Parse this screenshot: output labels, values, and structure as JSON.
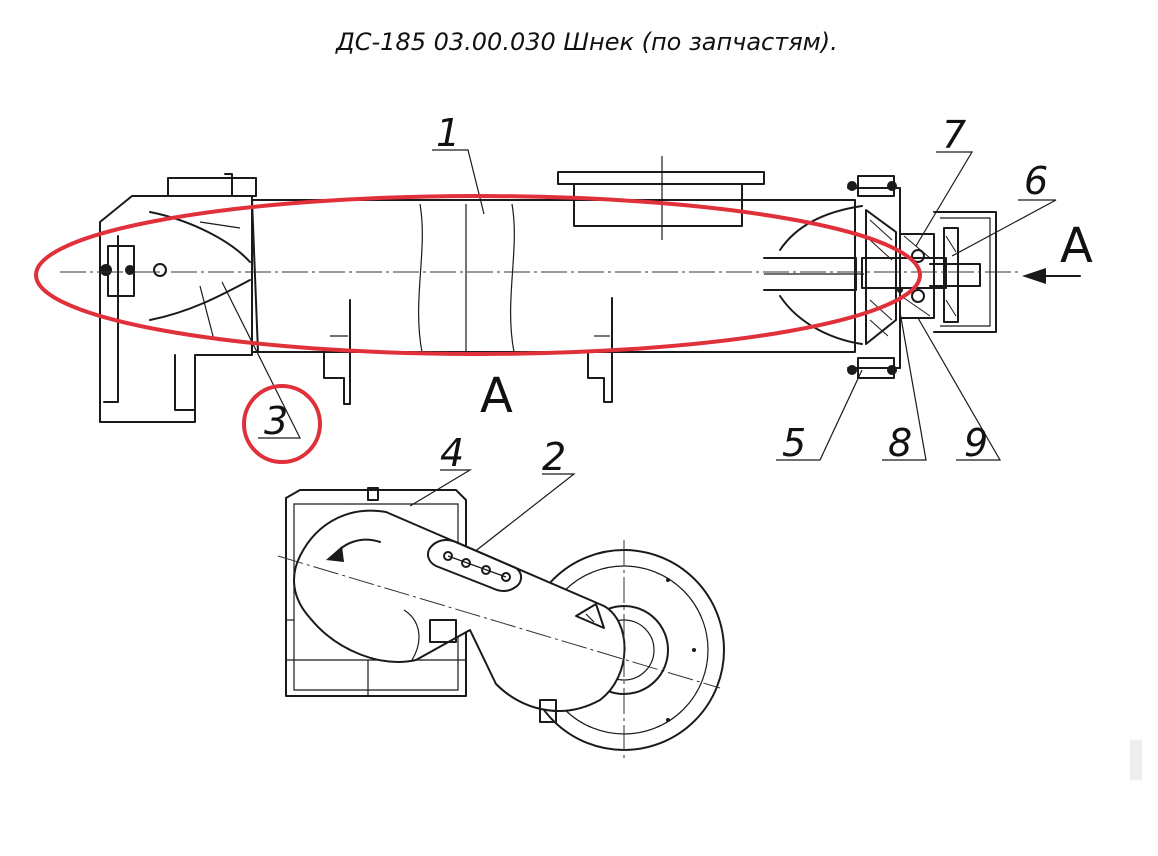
{
  "title": "ДС-185  03.00.030   Шнек  (по запчастям).",
  "highlight_color": "#e0303a",
  "callouts": {
    "c1": "1",
    "c2": "2",
    "c3": "3",
    "c4": "4",
    "c5": "5",
    "c6": "6",
    "c7": "7",
    "c8": "8",
    "c9": "9"
  },
  "view_marks": {
    "view_a_right": "A",
    "view_a_bottom": "A"
  },
  "highlighted_part": "3"
}
